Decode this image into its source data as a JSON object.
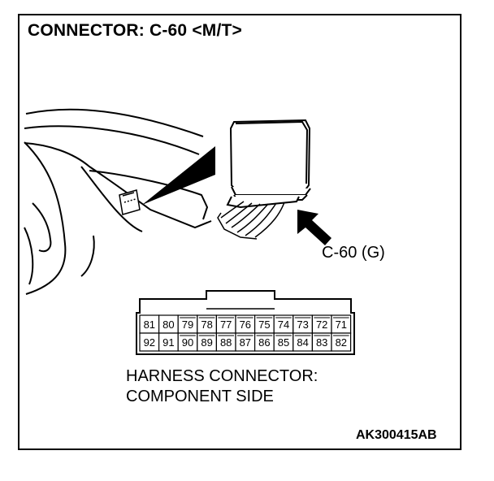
{
  "title": "CONNECTOR: C-60 <M/T>",
  "callout": "C-60 (G)",
  "harness": {
    "line1": "HARNESS CONNECTOR:",
    "line2": "COMPONENT SIDE"
  },
  "code": "AK300415AB",
  "connector": {
    "row_top": [
      "81",
      "80",
      "79",
      "78",
      "77",
      "76",
      "75",
      "74",
      "73",
      "72",
      "71"
    ],
    "row_bottom": [
      "92",
      "91",
      "90",
      "89",
      "88",
      "87",
      "86",
      "85",
      "84",
      "83",
      "82"
    ]
  }
}
